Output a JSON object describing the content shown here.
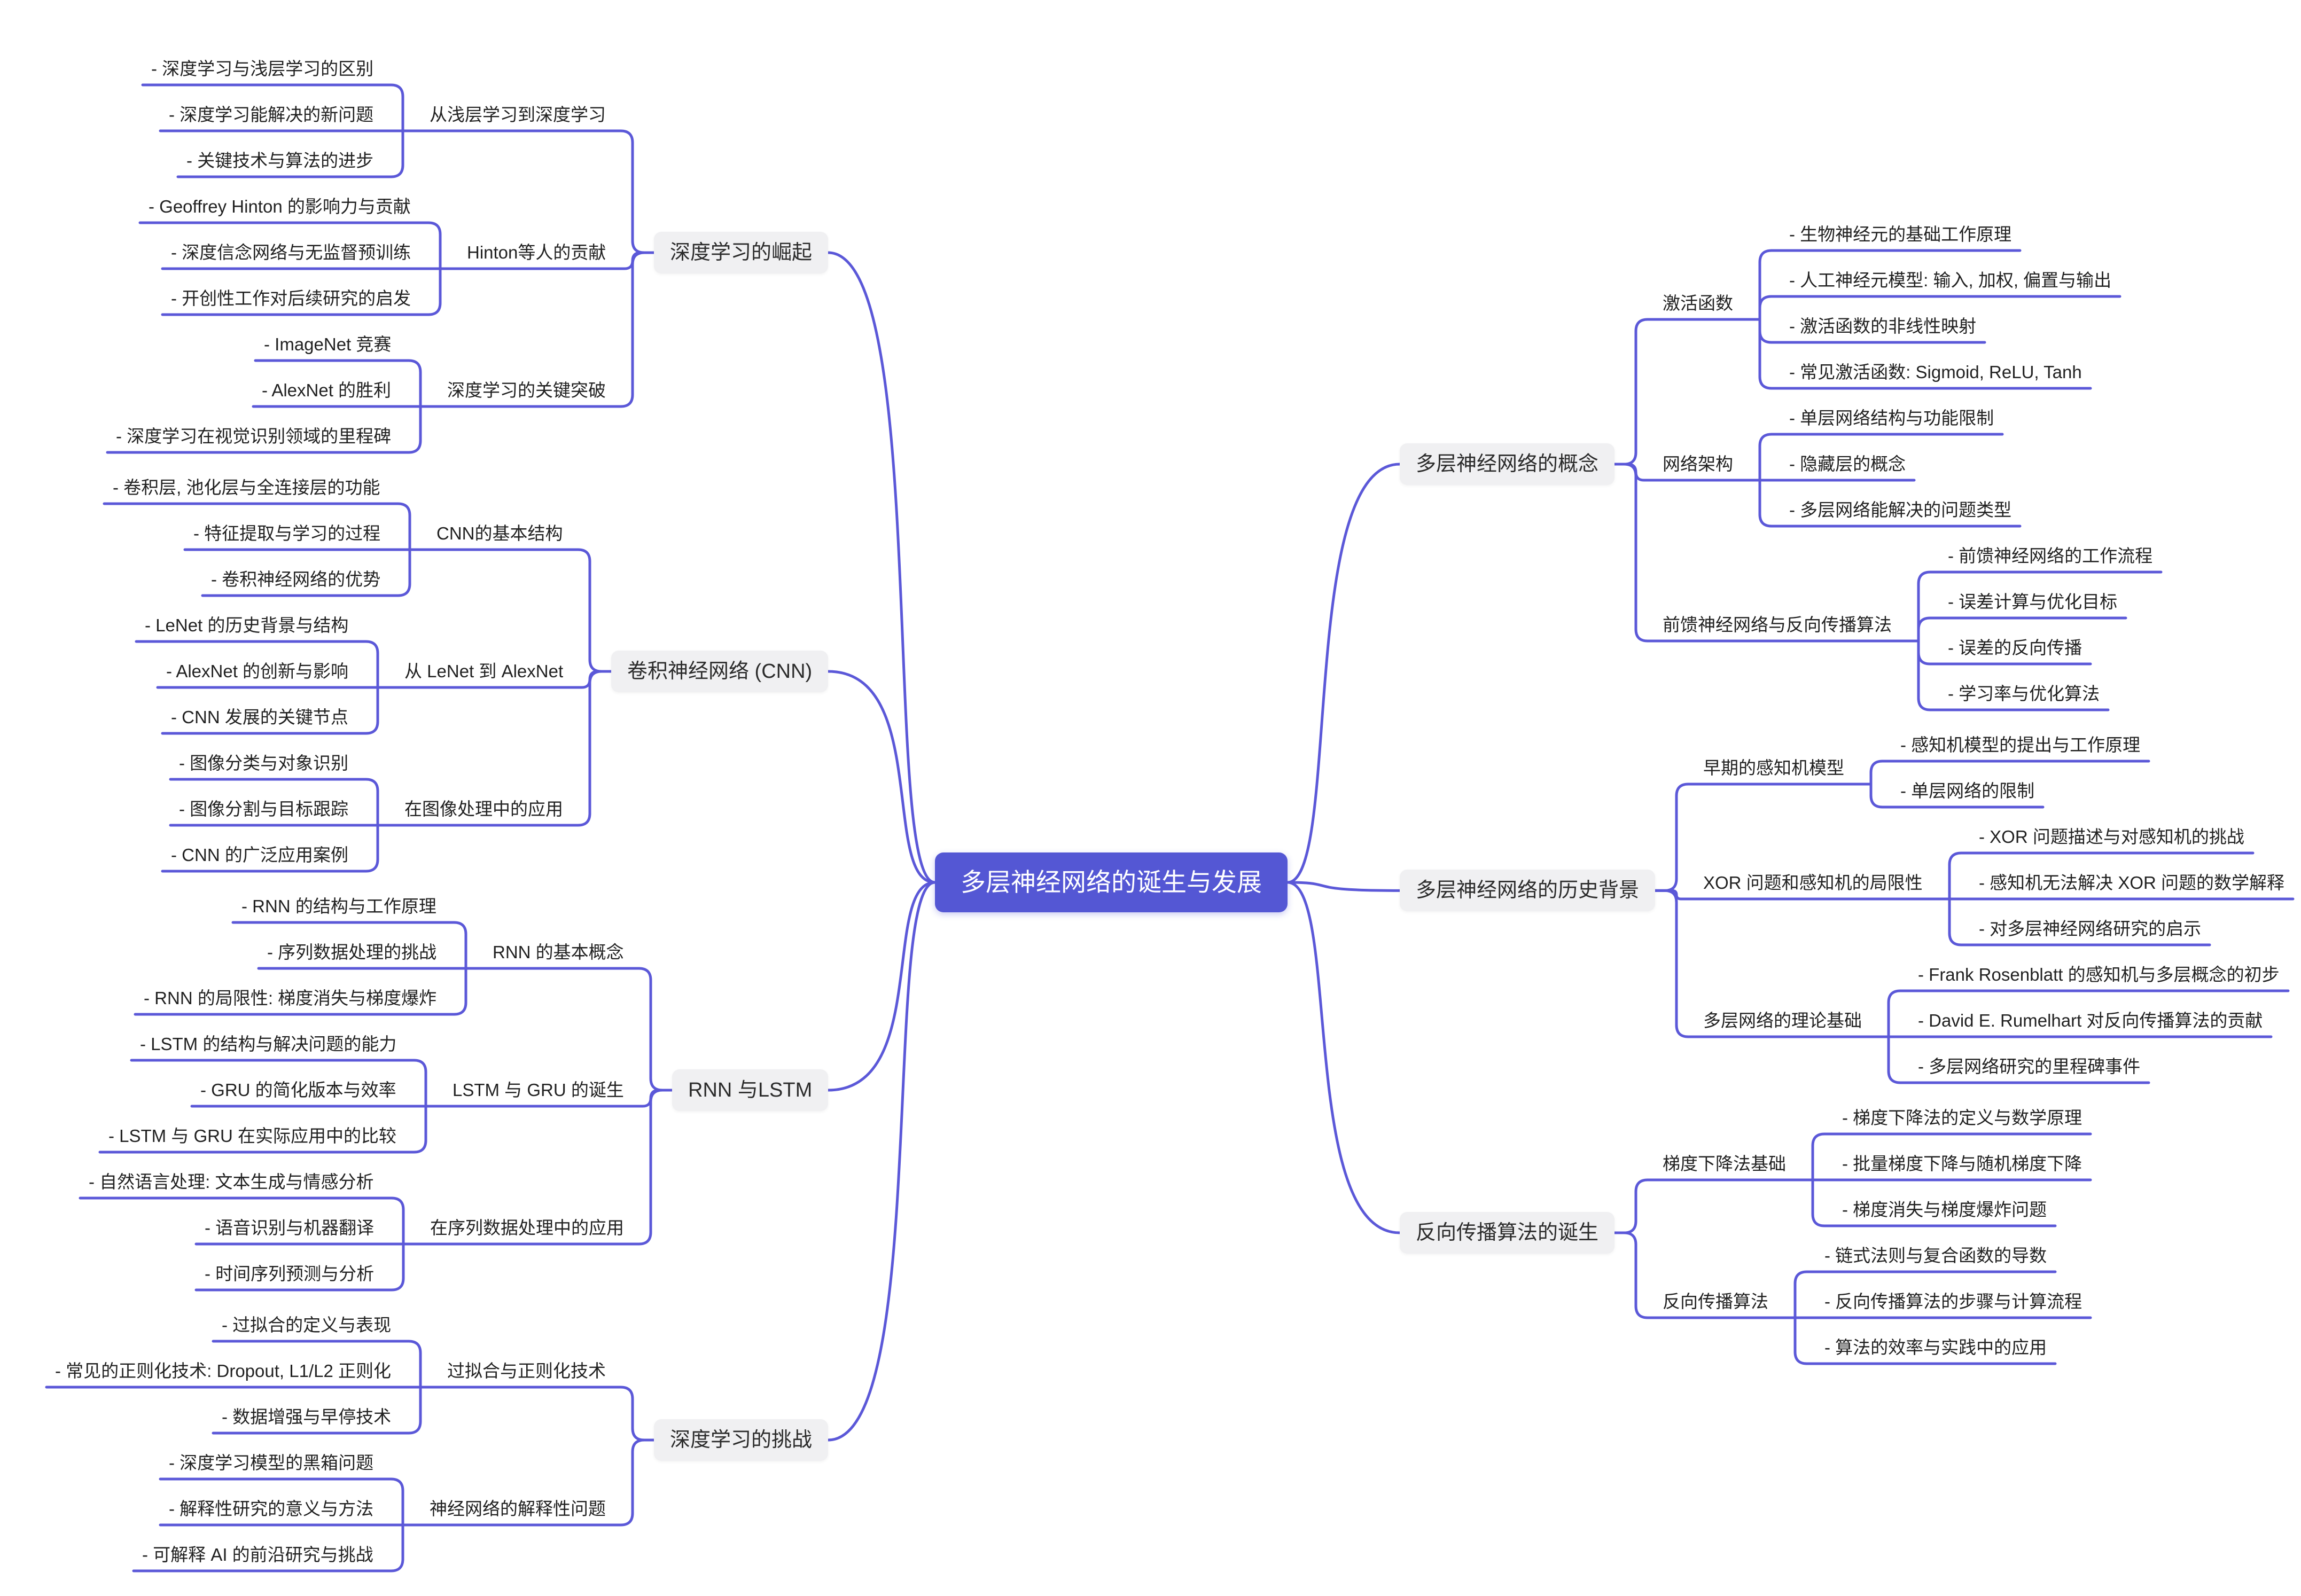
{
  "root": {
    "label": "多层神经网络的诞生与发展"
  },
  "colors": {
    "line": "#5b58d8",
    "root_bg": "#5457d4",
    "root_text": "#ffffff",
    "branch_bg": "#f0f0f2",
    "text": "#212121"
  },
  "branches": [
    {
      "label": "多层神经网络的概念",
      "side": "right",
      "groups": [
        {
          "label": "激活函数",
          "leaves": [
            "- 生物神经元的基础工作原理",
            "- 人工神经元模型: 输入, 加权, 偏置与输出",
            "- 激活函数的非线性映射",
            "- 常见激活函数: Sigmoid, ReLU, Tanh"
          ]
        },
        {
          "label": "网络架构",
          "leaves": [
            "- 单层网络结构与功能限制",
            "- 隐藏层的概念",
            "- 多层网络能解决的问题类型"
          ]
        },
        {
          "label": "前馈神经网络与反向传播算法",
          "leaves": [
            "- 前馈神经网络的工作流程",
            "- 误差计算与优化目标",
            "- 误差的反向传播",
            "- 学习率与优化算法"
          ]
        }
      ]
    },
    {
      "label": "多层神经网络的历史背景",
      "side": "right",
      "groups": [
        {
          "label": "早期的感知机模型",
          "leaves": [
            "- 感知机模型的提出与工作原理",
            "- 单层网络的限制"
          ]
        },
        {
          "label": "XOR 问题和感知机的局限性",
          "leaves": [
            "- XOR 问题描述与对感知机的挑战",
            "- 感知机无法解决 XOR 问题的数学解释",
            "- 对多层神经网络研究的启示"
          ]
        },
        {
          "label": "多层网络的理论基础",
          "leaves": [
            "- Frank Rosenblatt 的感知机与多层概念的初步",
            "- David E. Rumelhart 对反向传播算法的贡献",
            "- 多层网络研究的里程碑事件"
          ]
        }
      ]
    },
    {
      "label": "反向传播算法的诞生",
      "side": "right",
      "groups": [
        {
          "label": "梯度下降法基础",
          "leaves": [
            "- 梯度下降法的定义与数学原理",
            "- 批量梯度下降与随机梯度下降",
            "- 梯度消失与梯度爆炸问题"
          ]
        },
        {
          "label": "反向传播算法",
          "leaves": [
            "- 链式法则与复合函数的导数",
            "- 反向传播算法的步骤与计算流程",
            "- 算法的效率与实践中的应用"
          ]
        }
      ]
    },
    {
      "label": "深度学习的崛起",
      "side": "left",
      "groups": [
        {
          "label": "从浅层学习到深度学习",
          "leaves": [
            "- 深度学习与浅层学习的区别",
            "- 深度学习能解决的新问题",
            "- 关键技术与算法的进步"
          ]
        },
        {
          "label": "Hinton等人的贡献",
          "leaves": [
            "- Geoffrey Hinton 的影响力与贡献",
            "- 深度信念网络与无监督预训练",
            "- 开创性工作对后续研究的启发"
          ]
        },
        {
          "label": "深度学习的关键突破",
          "leaves": [
            "- ImageNet 竞赛",
            "- AlexNet 的胜利",
            "- 深度学习在视觉识别领域的里程碑"
          ]
        }
      ]
    },
    {
      "label": "卷积神经网络 (CNN)",
      "side": "left",
      "groups": [
        {
          "label": "CNN的基本结构",
          "leaves": [
            "- 卷积层, 池化层与全连接层的功能",
            "- 特征提取与学习的过程",
            "- 卷积神经网络的优势"
          ]
        },
        {
          "label": "从 LeNet 到 AlexNet",
          "leaves": [
            "- LeNet 的历史背景与结构",
            "- AlexNet 的创新与影响",
            "- CNN 发展的关键节点"
          ]
        },
        {
          "label": "在图像处理中的应用",
          "leaves": [
            "- 图像分类与对象识别",
            "- 图像分割与目标跟踪",
            "- CNN 的广泛应用案例"
          ]
        }
      ]
    },
    {
      "label": "RNN 与LSTM",
      "side": "left",
      "groups": [
        {
          "label": "RNN 的基本概念",
          "leaves": [
            "- RNN 的结构与工作原理",
            "- 序列数据处理的挑战",
            "- RNN 的局限性: 梯度消失与梯度爆炸"
          ]
        },
        {
          "label": "LSTM 与 GRU 的诞生",
          "leaves": [
            "- LSTM 的结构与解决问题的能力",
            "- GRU 的简化版本与效率",
            "- LSTM 与 GRU 在实际应用中的比较"
          ]
        },
        {
          "label": "在序列数据处理中的应用",
          "leaves": [
            "- 自然语言处理: 文本生成与情感分析",
            "- 语音识别与机器翻译",
            "- 时间序列预测与分析"
          ]
        }
      ]
    },
    {
      "label": "深度学习的挑战",
      "side": "left",
      "groups": [
        {
          "label": "过拟合与正则化技术",
          "leaves": [
            "- 过拟合的定义与表现",
            "- 常见的正则化技术: Dropout, L1/L2 正则化",
            "- 数据增强与早停技术"
          ]
        },
        {
          "label": "神经网络的解释性问题",
          "leaves": [
            "- 深度学习模型的黑箱问题",
            "- 解释性研究的意义与方法",
            "- 可解释 AI 的前沿研究与挑战"
          ]
        }
      ]
    }
  ]
}
